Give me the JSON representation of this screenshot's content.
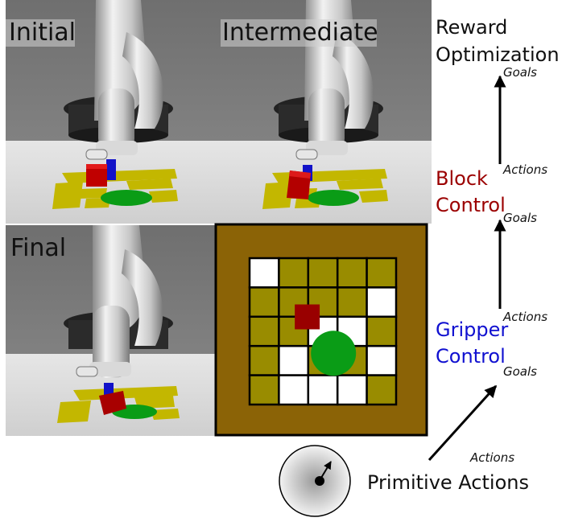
{
  "panels": {
    "initial": "Initial",
    "intermediate": "Intermediate",
    "final": "Final"
  },
  "hierarchy": {
    "top": {
      "line1": "Reward",
      "line2": "Optimization"
    },
    "block": {
      "line1": "Block",
      "line2": "Control"
    },
    "gripper": {
      "line1": "Gripper",
      "line2": "Control"
    },
    "primitive": "Primitive Actions",
    "goals_label": "Goals",
    "actions_label": "Actions"
  },
  "colors": {
    "block_control": "#9b0000",
    "gripper_control": "#1010d0",
    "default_text": "#111111",
    "grid_olive": "#998c00",
    "grid_border": "#8b6306",
    "block_red": "#990000",
    "goal_green": "#0a9c16",
    "gripper_blue": "#1212c8"
  },
  "icons": {
    "arrow": "arrow-up-icon",
    "joystick": "joystick-icon",
    "robot": "robot-arm-icon"
  },
  "grid_map": {
    "rows": 5,
    "cols": 5,
    "cells": [
      [
        0,
        1,
        1,
        1,
        1
      ],
      [
        1,
        1,
        1,
        1,
        0
      ],
      [
        1,
        1,
        0,
        0,
        1
      ],
      [
        1,
        0,
        1,
        1,
        0
      ],
      [
        1,
        0,
        0,
        0,
        1
      ]
    ],
    "block_cell": [
      2,
      1
    ],
    "goal_cell": [
      3,
      3
    ]
  }
}
